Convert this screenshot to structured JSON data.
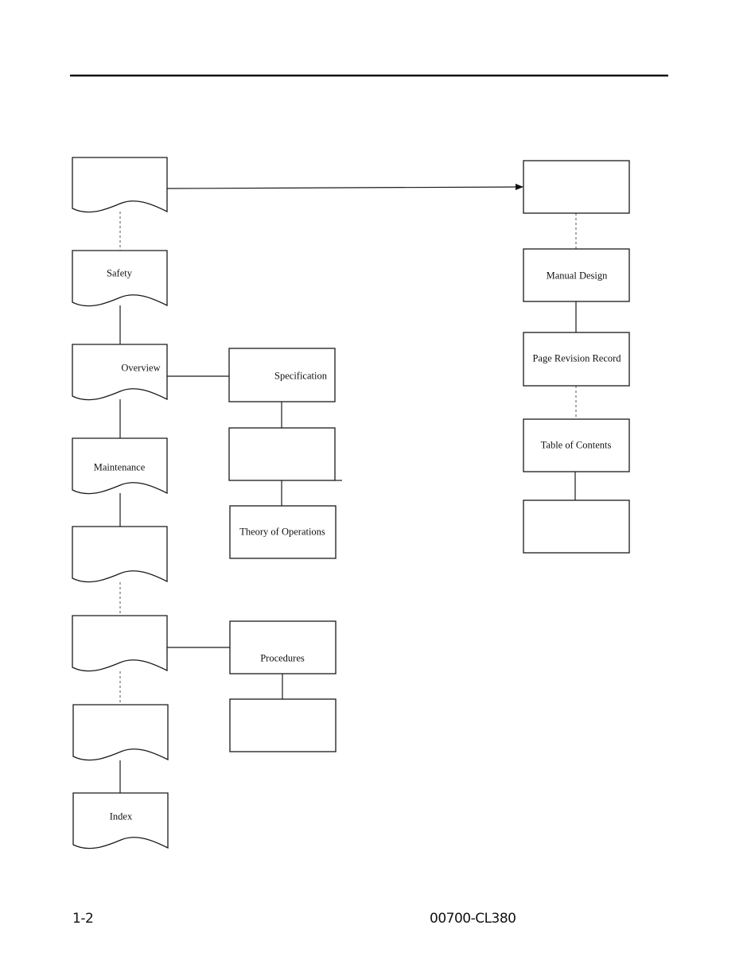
{
  "document": {
    "page_number": "1-2",
    "document_id": "00700-CL380"
  },
  "diagram": {
    "left_column": [
      {
        "id": "doc-1",
        "label": ""
      },
      {
        "id": "doc-2",
        "label": "Safety"
      },
      {
        "id": "doc-3",
        "label": "Overview"
      },
      {
        "id": "doc-4",
        "label": "Maintenance"
      },
      {
        "id": "doc-5",
        "label": ""
      },
      {
        "id": "doc-6",
        "label": ""
      },
      {
        "id": "doc-7",
        "label": ""
      },
      {
        "id": "doc-8",
        "label": "Index"
      }
    ],
    "middle_column": [
      {
        "id": "box-spec",
        "label": "Specification"
      },
      {
        "id": "box-mid-blank-1",
        "label": ""
      },
      {
        "id": "box-theory",
        "label": "Theory of Operations"
      },
      {
        "id": "box-procedures",
        "label": "Procedures"
      },
      {
        "id": "box-mid-blank-2",
        "label": ""
      }
    ],
    "right_column": [
      {
        "id": "box-right-blank-1",
        "label": ""
      },
      {
        "id": "box-manual-design",
        "label": "Manual Design"
      },
      {
        "id": "box-page-revision",
        "label": "Page Revision Record"
      },
      {
        "id": "box-toc",
        "label": "Table of Contents"
      },
      {
        "id": "box-right-blank-2",
        "label": ""
      }
    ],
    "connections": [
      {
        "from": "doc-1",
        "to": "box-right-blank-1",
        "type": "arrow"
      },
      {
        "from": "doc-1",
        "to": "doc-2",
        "type": "line"
      },
      {
        "from": "doc-2",
        "to": "doc-3",
        "type": "line"
      },
      {
        "from": "doc-3",
        "to": "doc-4",
        "type": "line"
      },
      {
        "from": "doc-4",
        "to": "doc-5",
        "type": "line"
      },
      {
        "from": "doc-5",
        "to": "doc-6",
        "type": "line"
      },
      {
        "from": "doc-6",
        "to": "doc-7",
        "type": "line"
      },
      {
        "from": "doc-7",
        "to": "doc-8",
        "type": "line"
      },
      {
        "from": "doc-3",
        "to": "box-spec",
        "type": "line"
      },
      {
        "from": "box-spec",
        "to": "box-mid-blank-1",
        "type": "line"
      },
      {
        "from": "box-mid-blank-1",
        "to": "box-theory",
        "type": "line"
      },
      {
        "from": "doc-6",
        "to": "box-procedures",
        "type": "line"
      },
      {
        "from": "box-procedures",
        "to": "box-mid-blank-2",
        "type": "line"
      },
      {
        "from": "box-right-blank-1",
        "to": "box-manual-design",
        "type": "line"
      },
      {
        "from": "box-manual-design",
        "to": "box-page-revision",
        "type": "line"
      },
      {
        "from": "box-page-revision",
        "to": "box-toc",
        "type": "line"
      },
      {
        "from": "box-toc",
        "to": "box-right-blank-2",
        "type": "line"
      }
    ]
  }
}
